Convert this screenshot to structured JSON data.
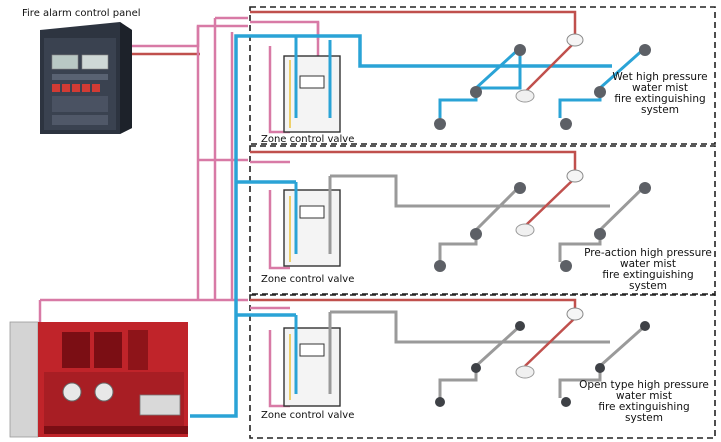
{
  "panel": {
    "label": "Fire alarm control panel"
  },
  "zones": [
    {
      "valve_label": "Zone control valve",
      "system_label": [
        "Wet high pressure",
        "water mist",
        "fire extinguishing",
        "system"
      ],
      "pipe_color": "#2aa3d6"
    },
    {
      "valve_label": "Zone control valve",
      "system_label": [
        "Pre-action high pressure",
        "water mist",
        "fire extinguishing",
        "system"
      ],
      "pipe_color": "#9a9a9a"
    },
    {
      "valve_label": "Zone control valve",
      "system_label": [
        "Open type high pressure",
        "water mist",
        "fire extinguishing",
        "system"
      ],
      "pipe_color": "#9a9a9a"
    }
  ],
  "colors": {
    "supply_pipe": "#2aa3d6",
    "signal_wire_red": "#c0504d",
    "signal_wire_pink": "#d87aa6",
    "pump_unit": "#c0242a",
    "panel_body": "#2d3440"
  }
}
